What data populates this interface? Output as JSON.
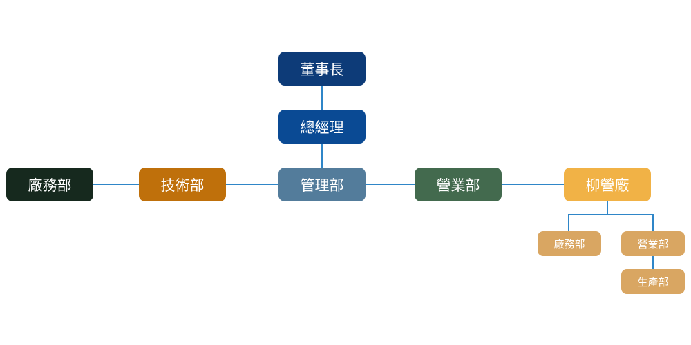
{
  "nodes": {
    "chairman": {
      "label": "董事長",
      "color": "#0d3b78"
    },
    "gm": {
      "label": "總經理",
      "color": "#0a4a94"
    },
    "admin": {
      "label": "管理部",
      "color": "#537c9b"
    },
    "tech": {
      "label": "技術部",
      "color": "#bf700b"
    },
    "factory_l": {
      "label": "廠務部",
      "color": "#16291e"
    },
    "sales": {
      "label": "營業部",
      "color": "#436a4e"
    },
    "liuying": {
      "label": "柳營廠",
      "color": "#f1b246"
    },
    "sub_factory": {
      "label": "廠務部",
      "color": "#d9a662"
    },
    "sub_sales": {
      "label": "營業部",
      "color": "#d9a662"
    },
    "sub_prod": {
      "label": "生產部",
      "color": "#d9a662"
    }
  },
  "connector_color": "#2f86c8"
}
